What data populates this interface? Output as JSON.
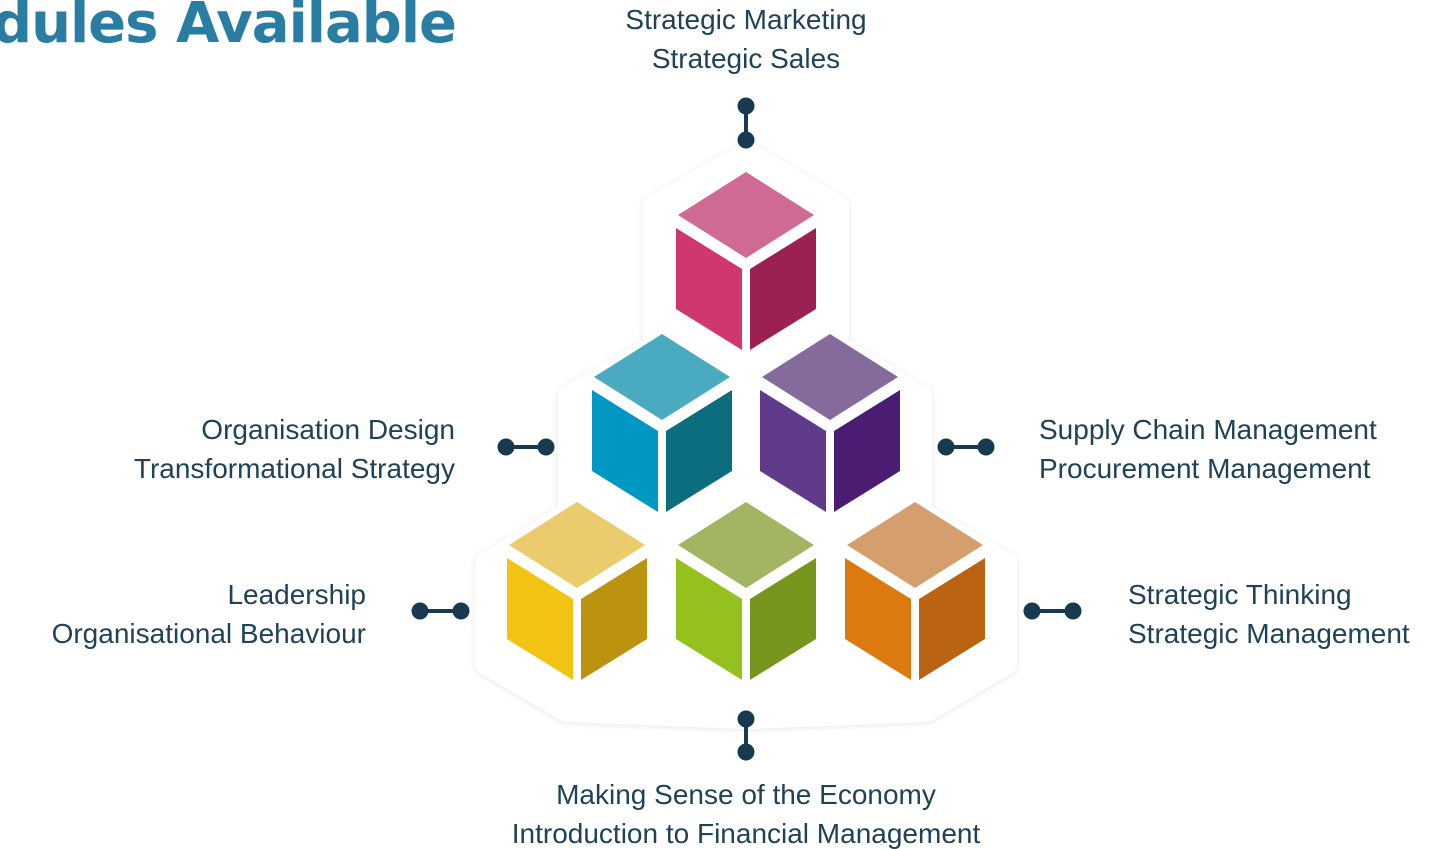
{
  "title": "dules Available",
  "colors": {
    "title": "#2a7da2",
    "text": "#1f4257",
    "connector": "#173a50",
    "cube_top_pink": "#cf6a94",
    "cube_left_pink": "#d0376f",
    "cube_right_pink": "#9c2153",
    "cube_top_teal": "#4aaac0",
    "cube_left_teal": "#0098c2",
    "cube_right_teal": "#0c6d7e",
    "cube_top_purple": "#846b9b",
    "cube_left_purple": "#613b8b",
    "cube_right_purple": "#4a1d73",
    "cube_top_yellow": "#ebcc6c",
    "cube_left_yellow": "#f3c313",
    "cube_right_yellow": "#bc930f",
    "cube_top_green": "#a3b563",
    "cube_left_green": "#95c11f",
    "cube_right_green": "#76951c",
    "cube_top_orange": "#d49e6d",
    "cube_left_orange": "#dc7a10",
    "cube_right_orange": "#b96313"
  },
  "modules": {
    "top": {
      "line1": "Strategic Marketing",
      "line2": "Strategic Sales"
    },
    "mid_left": {
      "line1": "Organisation Design",
      "line2": "Transformational Strategy"
    },
    "mid_right": {
      "line1": "Supply Chain Management",
      "line2": "Procurement Management"
    },
    "low_left": {
      "line1": "Leadership",
      "line2": "Organisational Behaviour"
    },
    "low_right": {
      "line1": "Strategic Thinking",
      "line2": "Strategic Management"
    },
    "bottom": {
      "line1": "Making Sense of the Economy",
      "line2": "Introduction to Financial Management"
    }
  }
}
